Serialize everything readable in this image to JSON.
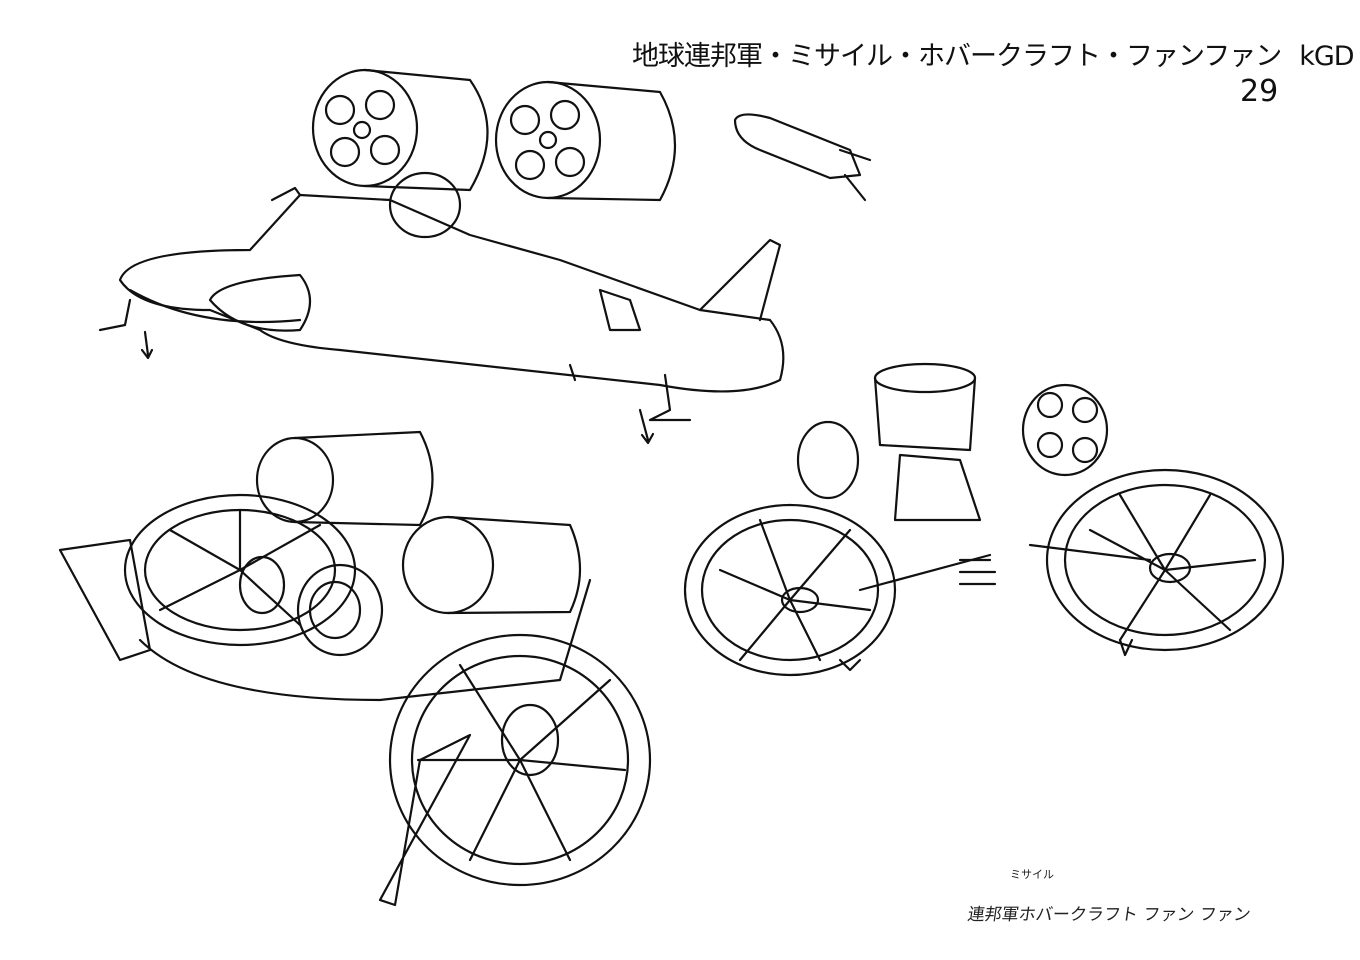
{
  "sheet": {
    "title": "地球連邦軍・ミサイル・ホバークラフト・ファンファン",
    "code": "kGD",
    "number": "29"
  },
  "handwritten_note": {
    "text": "連邦軍ホバークラフト ファン ファン",
    "insert": "ミサイル"
  },
  "drawings": [
    "hovercraft-side-view",
    "missile",
    "hovercraft-rear-view",
    "hovercraft-front-view"
  ]
}
